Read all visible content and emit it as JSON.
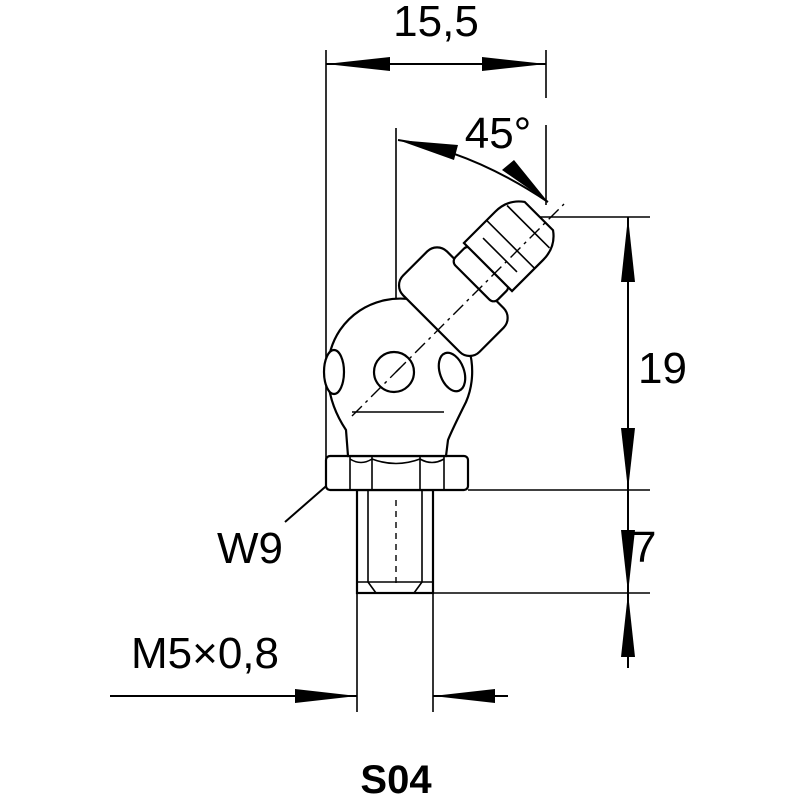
{
  "dimensions": {
    "width_total": "15,5",
    "angle": "45°",
    "height_head": "19",
    "height_thread": "7",
    "wrench_size": "W9",
    "thread": "M5×0,8"
  },
  "model_code": "S04"
}
